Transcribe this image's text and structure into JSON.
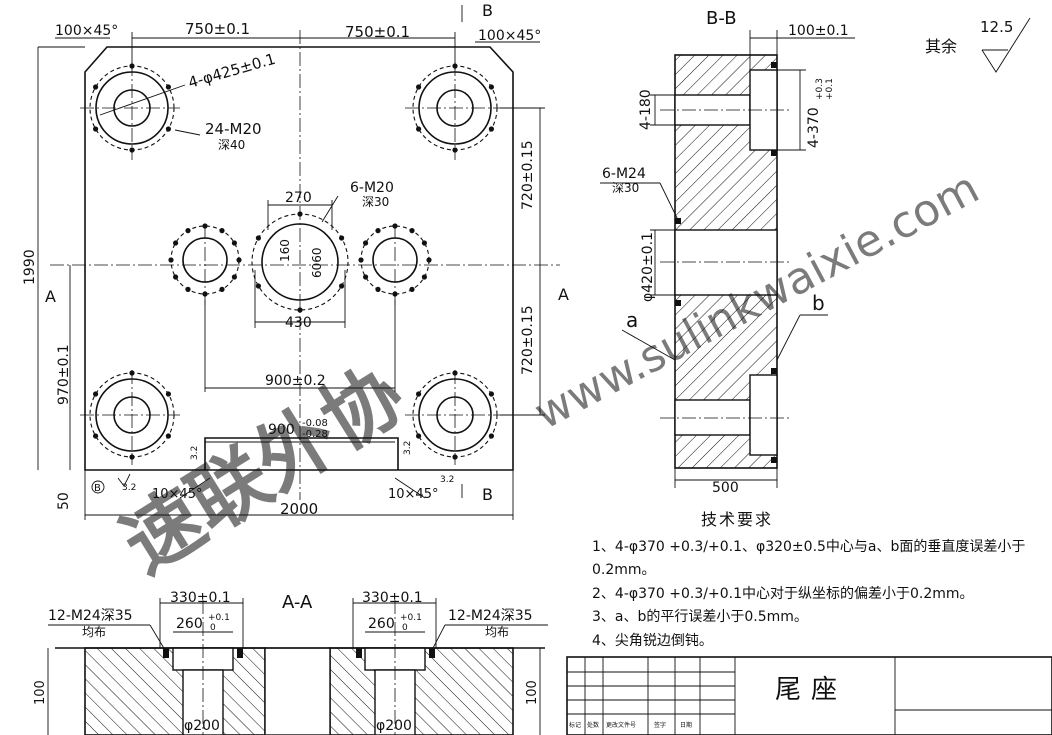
{
  "top_view": {
    "chamfer_left": "100×45°",
    "chamfer_right": "100×45°",
    "dim_left_750": "750±0.1",
    "dim_right_750": "750±0.1",
    "hole_4_phi425": "4-φ425±0.1",
    "thread_24m20": "24-M20",
    "depth_40": "深40",
    "dim_270": "270",
    "thread_6m20": "6-M20",
    "depth_30": "深30",
    "dim_160": "160",
    "dim_6060": "6060",
    "dim_430": "430",
    "dim_900": "900±0.2",
    "dim_720_top": "720±0.15",
    "dim_720_bottom": "720±0.15",
    "dim_1990": "1990",
    "dim_970": "970±0.1",
    "dim_50": "50",
    "dim_2000": "2000",
    "dim_900_slot": "900",
    "dim_900_slot_tol_upper": "-0.08",
    "dim_900_slot_tol_lower": "-0.28",
    "chamfer_10_left": "10×45°",
    "chamfer_10_right": "10×45°",
    "section_a": "A",
    "section_b": "B",
    "datum_b": "B",
    "roughness_32": "3.2"
  },
  "section_bb": {
    "title": "B-B",
    "dim_100": "100±0.1",
    "dim_4_180": "4-180",
    "dim_4_370": "4-370",
    "dim_4_370_tol_upper": "+0.3",
    "dim_4_370_tol_lower": "+0.1",
    "thread_6m24": "6-M24",
    "depth_30": "深30",
    "dim_phi420": "φ420±0.1",
    "label_a": "a",
    "label_b": "b",
    "dim_500": "500"
  },
  "roughness_note": {
    "label": "其余",
    "value": "12.5"
  },
  "section_aa": {
    "title": "A-A",
    "dim_330_left": "330±0.1",
    "dim_330_right": "330±0.1",
    "dim_260_left": "260",
    "dim_260_right": "260",
    "dim_260_tol_upper": "+0.1",
    "dim_260_tol_lower": "0",
    "thread_left": "12-M24深35",
    "thread_right": "12-M24深35",
    "even_left": "均布",
    "even_right": "均布",
    "dim_100": "100",
    "phi200_left": "φ200",
    "phi200_right": "φ200"
  },
  "tech_requirements": {
    "title": "技术要求",
    "items": [
      "1、4-φ370 +0.3/+0.1、φ320±0.5中心与a、b面的垂直度误差小于",
      "0.2mm。",
      "2、4-φ370 +0.3/+0.1中心对于纵坐标的偏差小于0.2mm。",
      "3、a、b的平行误差小于0.5mm。",
      "4、尖角锐边倒钝。"
    ]
  },
  "title_block": {
    "part_name": "尾座",
    "headers": [
      "标记",
      "处数",
      "更改文件号",
      "签字",
      "日期"
    ]
  },
  "watermark": {
    "text_cn": "速联外协",
    "text_url": "www.sulinkwaixie.com"
  }
}
